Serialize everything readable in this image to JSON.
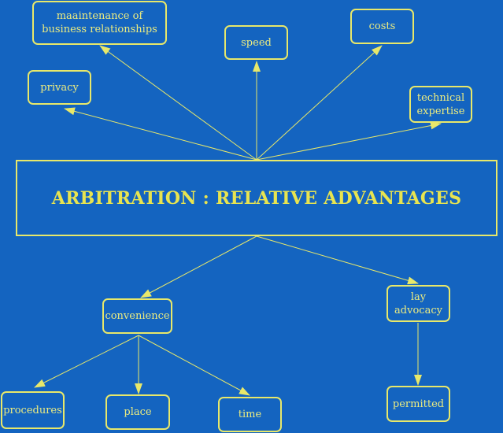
{
  "diagram": {
    "title": "ARBITRATION : RELATIVE ADVANTAGES",
    "nodes": {
      "privacy": "privacy",
      "maintenance": "maaintenance of\nbusiness relationships",
      "speed": "speed",
      "costs": "costs",
      "technical": "technical\nexpertise",
      "convenience": "convenience",
      "lay_advocacy": "lay\nadvocacy",
      "procedures": "procedures",
      "place": "place",
      "time": "time",
      "permitted": "permitted"
    },
    "colors": {
      "background": "#1464c0",
      "line": "#e8e86a",
      "text": "#ecec80",
      "title": "#e8e450"
    }
  }
}
